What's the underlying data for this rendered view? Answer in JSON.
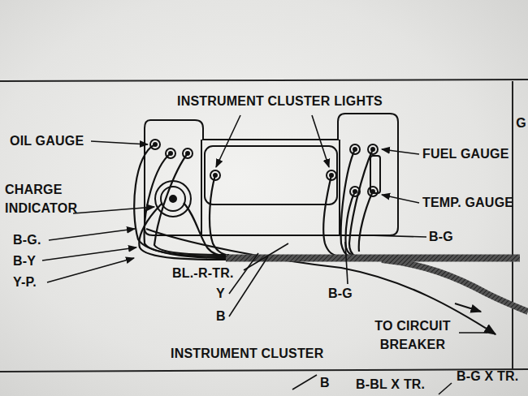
{
  "diagram": {
    "labels": [
      "INSTRUMENT CLUSTER LIGHTS",
      "OIL GAUGE",
      "CHARGE INDICATOR",
      "B-G.",
      "B-Y",
      "Y-P.",
      "BL.-R-TR.",
      "Y",
      "B",
      "FUEL GAUGE",
      "TEMP. GAUGE",
      "B-G",
      "B-G",
      "TO CIRCUIT BREAKER",
      "INSTRUMENT CLUSTER",
      "G",
      "B",
      "B-BL X TR.",
      "B-G X TR."
    ]
  }
}
